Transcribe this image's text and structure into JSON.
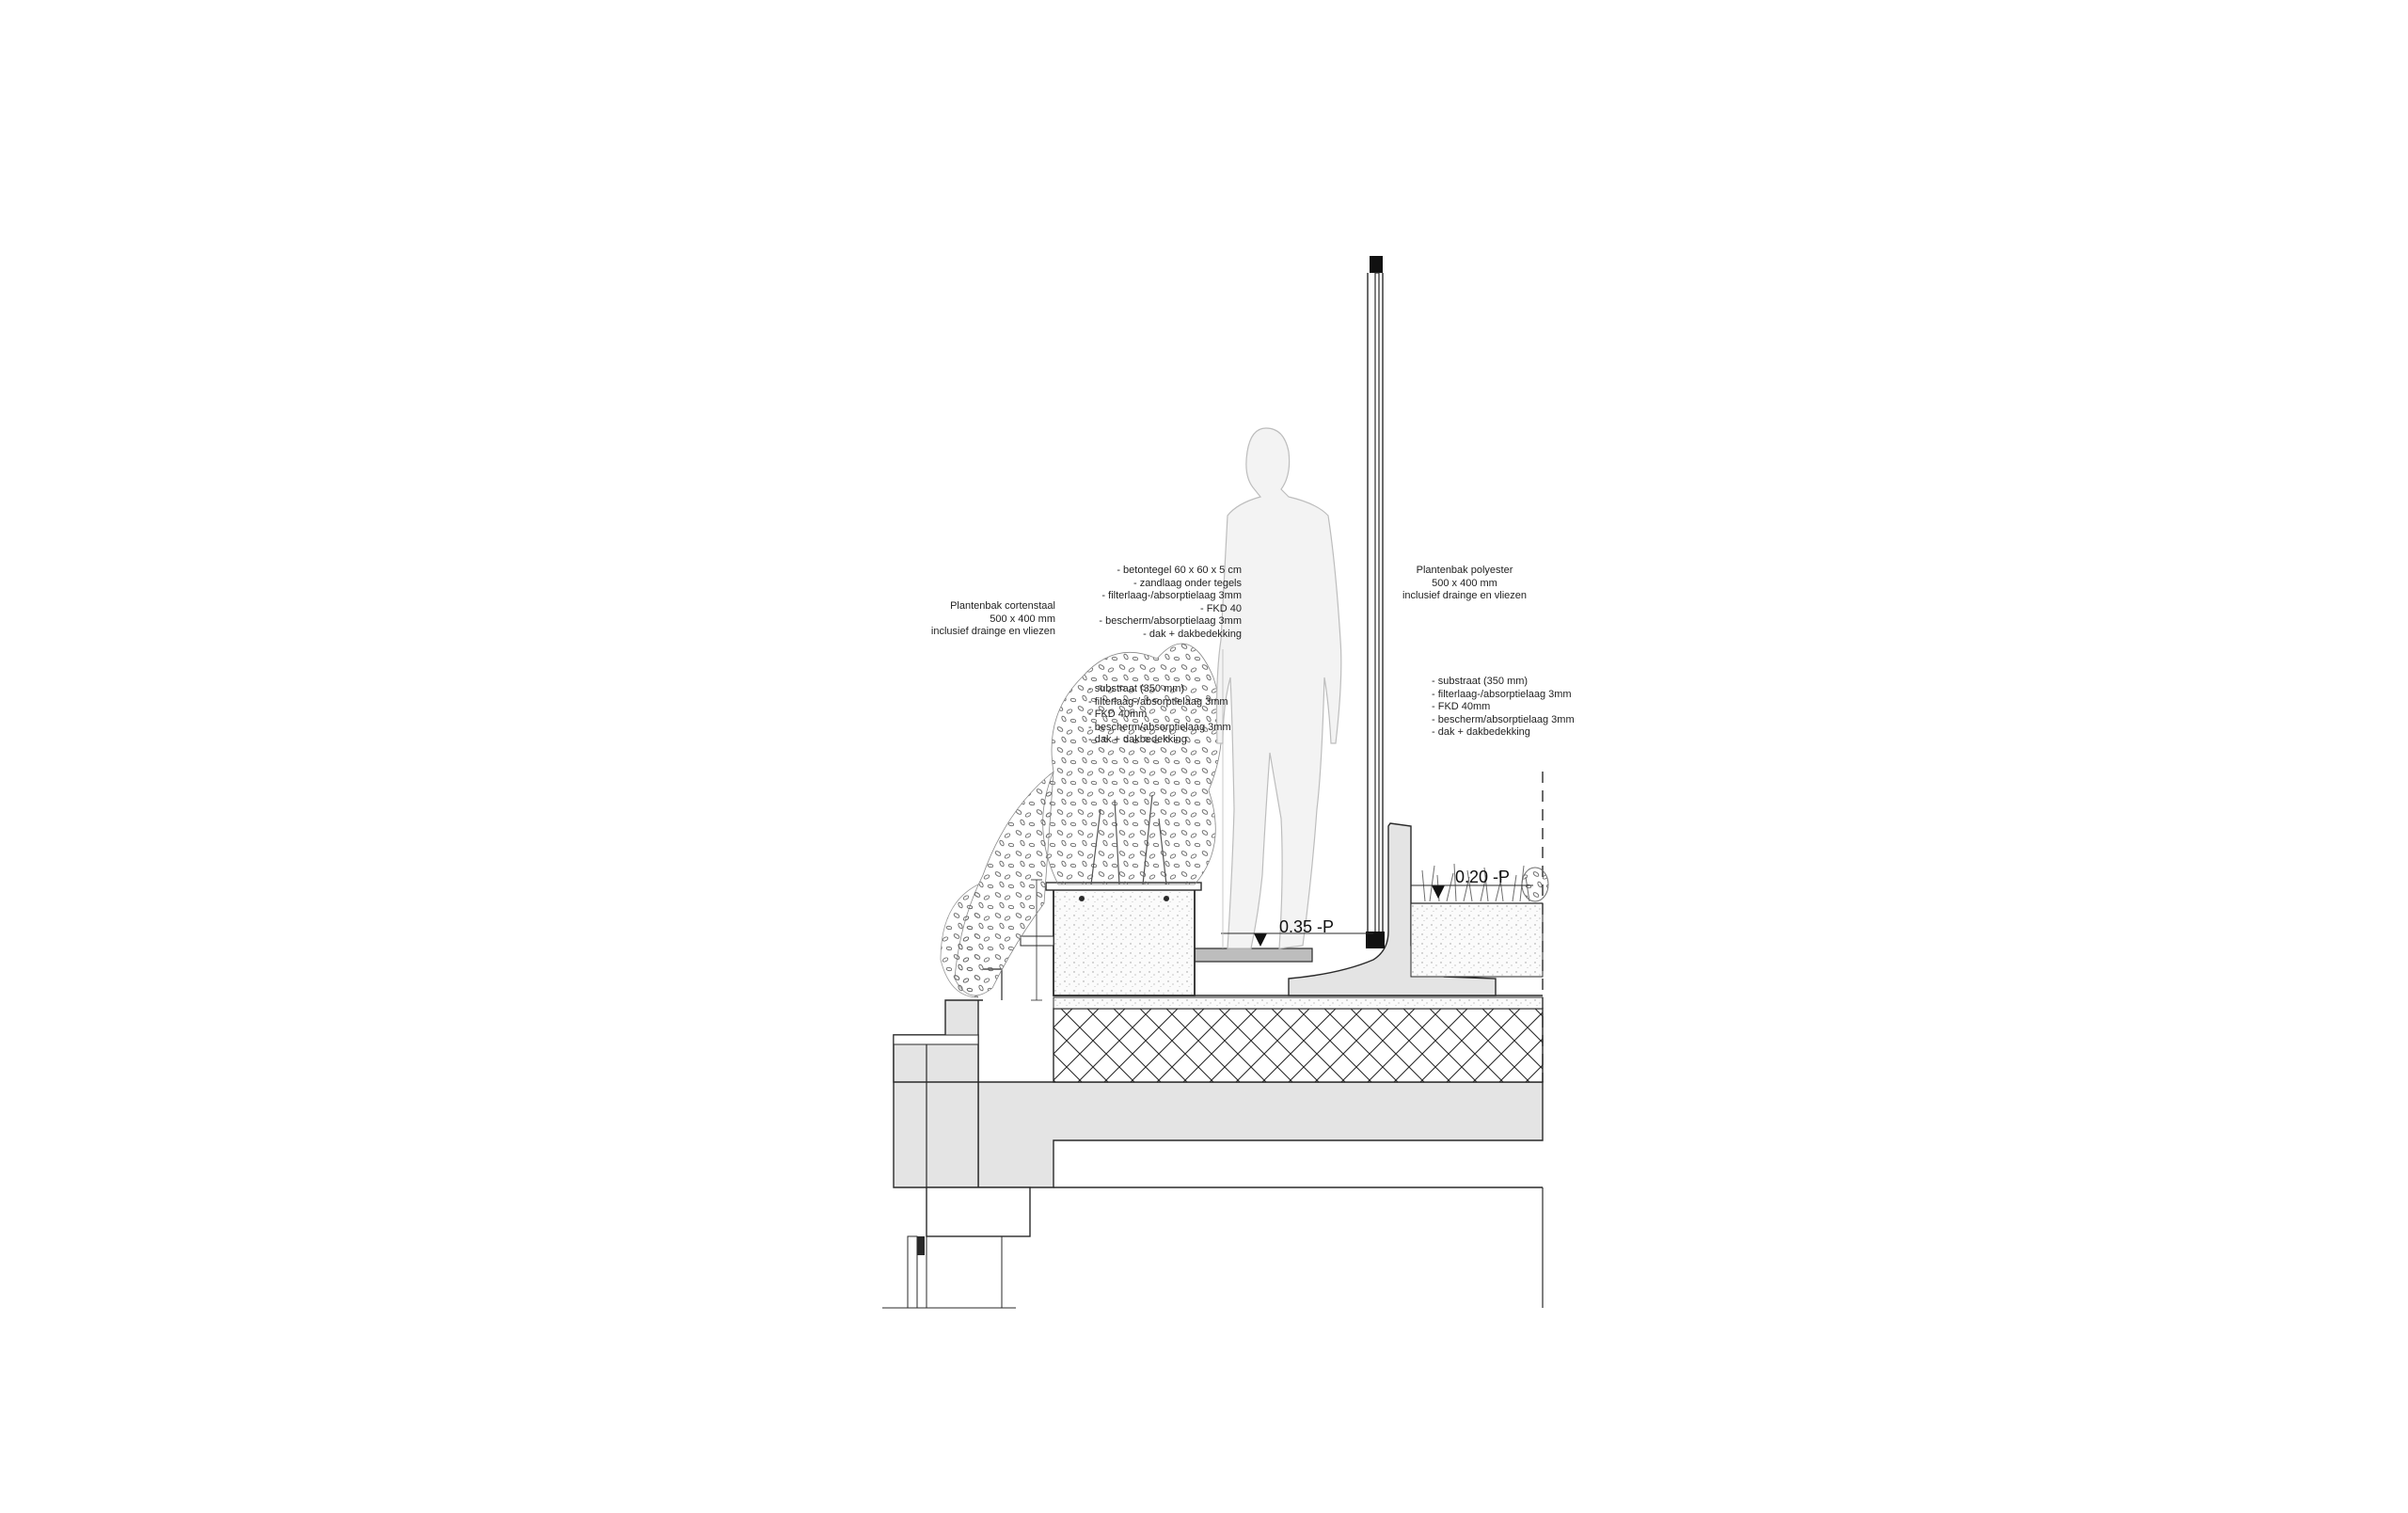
{
  "annotations": {
    "planter_corten": {
      "lines": [
        "Plantenbak cortenstaal",
        "500 x 400 mm",
        "inclusief drainge en vliezen"
      ]
    },
    "paving_layers": {
      "lines": [
        "- betontegel 60 x 60 x 5 cm",
        "- zandlaag onder tegels",
        "- filterlaag-/absorptielaag 3mm",
        "- FKD 40",
        "- bescherm/absorptielaag 3mm",
        "- dak + dakbedekking"
      ]
    },
    "planter_layers": {
      "lines": [
        "- substraat (350 mm)",
        "- filterlaag-/absorptielaag 3mm",
        "- FKD 40mm",
        "- bescherm/absorptielaag 3mm",
        "- dak + dakbedekking"
      ]
    },
    "planter_polyester": {
      "lines": [
        "Plantenbak polyester",
        "500 x 400 mm",
        "inclusief drainge en vliezen"
      ]
    },
    "green_roof_layers": {
      "lines": [
        "- substraat (350 mm)",
        "- filterlaag-/absorptielaag 3mm",
        "- FKD 40mm",
        "- bescherm/absorptielaag 3mm",
        "- dak + dakbedekking"
      ]
    }
  },
  "levels": {
    "terrace": "0.35 -P",
    "green_roof": "0.20 -P"
  },
  "colors": {
    "line": "#2a2a2a",
    "concrete_fill": "#e4e4e4",
    "insulation_fill": "#ffffff",
    "figure_fill": "#f3f3f3",
    "planting": "#6e6e6e"
  }
}
